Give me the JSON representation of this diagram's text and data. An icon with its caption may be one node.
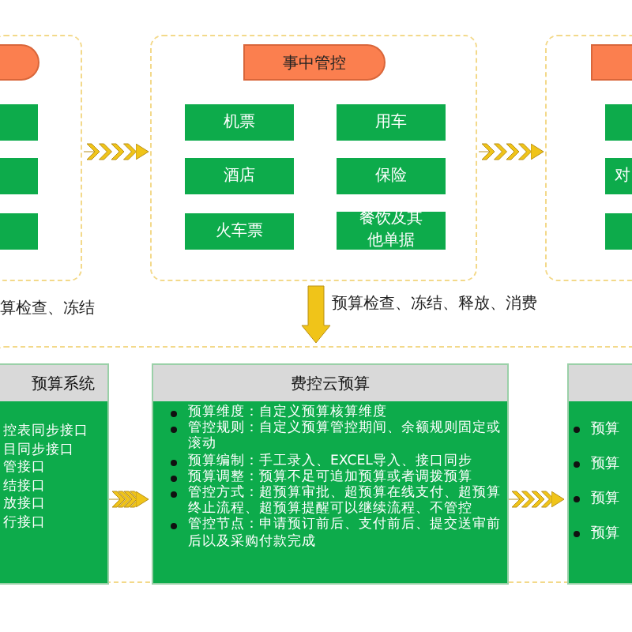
{
  "diagram": {
    "nodes": [
      {
        "text": [],
        "shape": "box"
      },
      {
        "text": [],
        "shape": "box",
        "in": 0
      },
      {
        "text": [],
        "shape": "box",
        "in": 0
      },
      {
        "text": [],
        "shape": "box",
        "in": 0
      },
      {
        "text": [],
        "shape": "box",
        "in": 0
      },
      {
        "text": [],
        "shape": "box"
      },
      {
        "text": [
          "事中管控"
        ],
        "in": 5
      },
      {
        "text": [
          "机票"
        ],
        "in": 5
      },
      {
        "text": [
          "用车"
        ],
        "in": 5
      },
      {
        "text": [
          "酒店"
        ],
        "in": 5
      },
      {
        "text": [
          "保险"
        ],
        "in": 5
      },
      {
        "text": [
          "火车票"
        ],
        "in": 5
      },
      {
        "text": [
          "餐饮及其他单据"
        ],
        "in": 5
      },
      {
        "text": [],
        "shape": "box"
      },
      {
        "text": [],
        "shape": "box",
        "in": 13
      },
      {
        "text": [],
        "shape": "box",
        "in": 13
      },
      {
        "text": [
          "对"
        ],
        "in": 13
      },
      {
        "text": [],
        "shape": "box",
        "in": 13
      },
      {
        "text": [],
        "shape": "box"
      },
      {
        "text": [
          "预算系统",
          "控表同步接口",
          "目同步接口",
          "管接口",
          "结接口",
          "放接口",
          "行接口"
        ],
        "in": 18
      },
      {
        "text": [
          "费控云预算",
          "预算维度：自定义预算核算维度",
          "管控规则：自定义预算管控期间、余额规则固定或滚动",
          "预算编制：手工录入、EXCEL导入、接口同步",
          "预算调整：预算不足可追加预算或者调拨预算",
          "管控方式：超预算审批、超预算在线支付、超预算终止流程、超预算提醒可以继续流程、不管控",
          "管控节点：申请预订前后、支付前后、提交送审前后以及采购付款完成"
        ],
        "in": 18
      },
      {
        "text": [
          "预算",
          "预算",
          "预算",
          "预算"
        ],
        "in": 18
      }
    ],
    "edges": [
      {
        "from": 0,
        "to": 5,
        "arrow": "to"
      },
      {
        "from": 5,
        "to": 13,
        "arrow": "to"
      },
      {
        "from": 5,
        "to": 18,
        "arrow": "to",
        "style": "thick",
        "label": "预算检查、冻结、释放、消费"
      },
      {
        "from": 19,
        "to": 20,
        "arrow": "to"
      },
      {
        "from": 20,
        "to": 21,
        "arrow": "to"
      }
    ],
    "labels": [
      "算检查、冻结"
    ]
  }
}
